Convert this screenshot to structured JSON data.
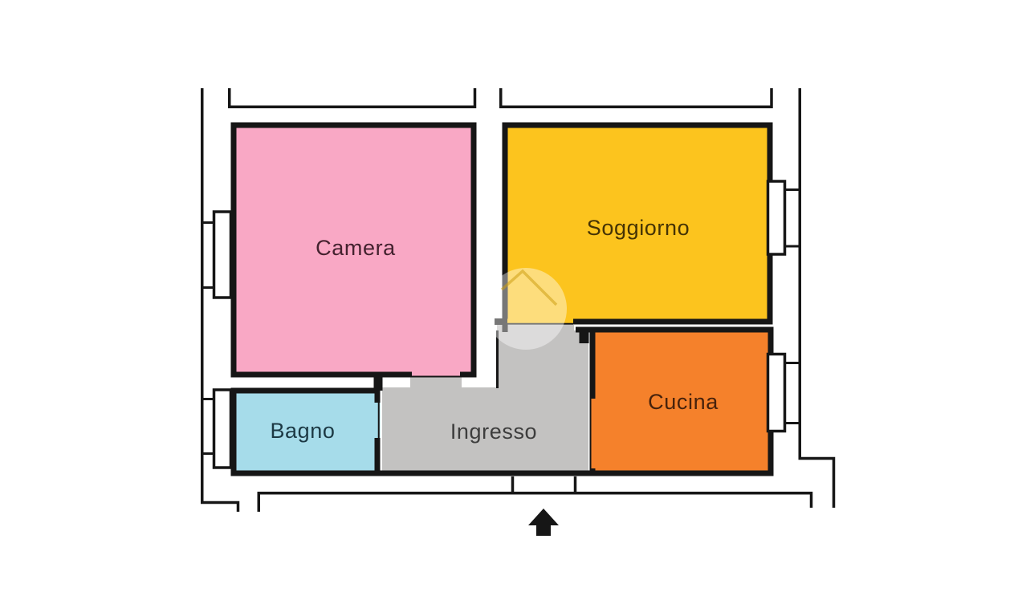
{
  "floorplan": {
    "background": "#ffffff",
    "wall_color": "#161616",
    "entrance_arrow_direction": "up",
    "watermark": "house-icon",
    "rooms": [
      {
        "id": "camera",
        "label": "Camera",
        "color": "#F9A8C5",
        "label_color": "#44222f"
      },
      {
        "id": "soggiorno",
        "label": "Soggiorno",
        "color": "#FCC41E",
        "label_color": "#453305"
      },
      {
        "id": "cucina",
        "label": "Cucina",
        "color": "#F5812B",
        "label_color": "#47220c"
      },
      {
        "id": "bagno",
        "label": "Bagno",
        "color": "#A6DCEA",
        "label_color": "#1c3944"
      },
      {
        "id": "ingresso",
        "label": "Ingresso",
        "color": "#C3C2C1",
        "label_color": "#3d3d3d"
      }
    ]
  }
}
